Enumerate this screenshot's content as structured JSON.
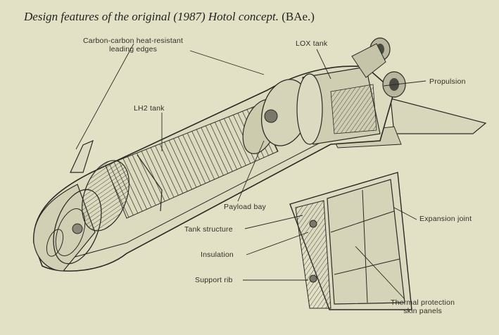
{
  "caption": {
    "italic": "Design features of the original (1987) Hotol concept.",
    "credit": "(BAe.)"
  },
  "labels": {
    "leading_edges_1": "Carbon-carbon heat-resistant",
    "leading_edges_2": "leading edges",
    "lox_tank": "LOX tank",
    "propulsion": "Propulsion",
    "lh2_tank": "LH2 tank",
    "payload_bay": "Payload bay",
    "expansion_joint": "Expansion joint",
    "tank_structure": "Tank structure",
    "insulation": "Insulation",
    "support_rib": "Support rib",
    "thermal_protection_1": "Thermal protection",
    "thermal_protection_2": "skin panels"
  }
}
